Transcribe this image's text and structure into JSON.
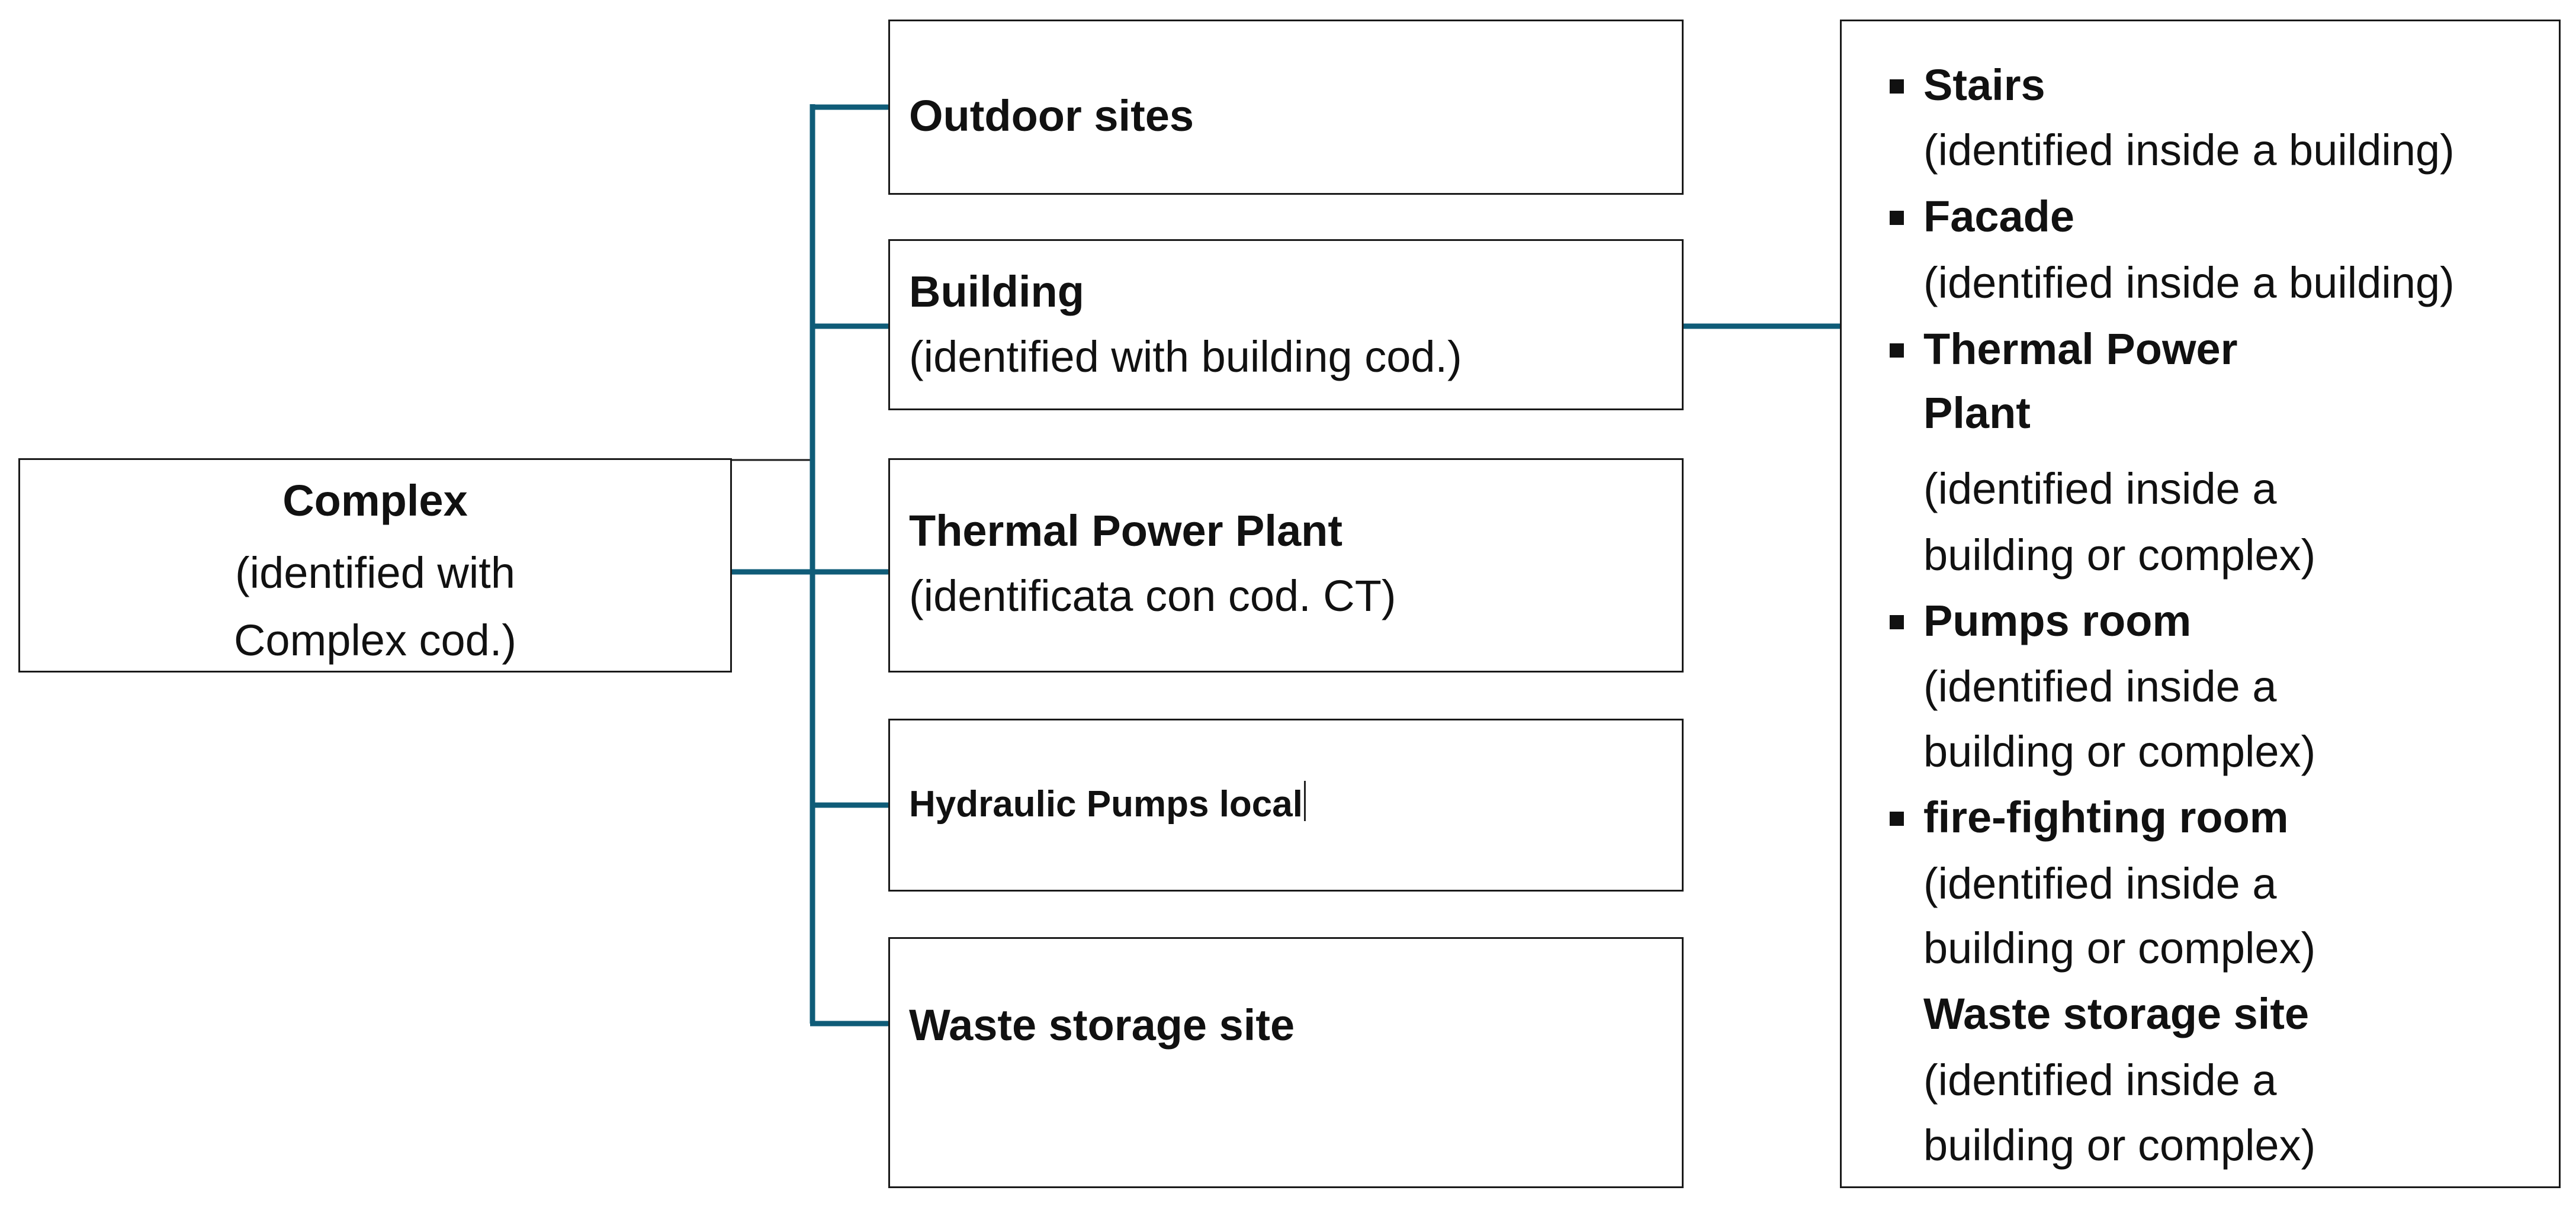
{
  "colors": {
    "connector": "#0f5c78",
    "box_border": "#1a1a1a",
    "text": "#111111",
    "background": "#ffffff"
  },
  "complex": {
    "title": "Complex",
    "line1": "(identified with",
    "line2": "Complex cod.)"
  },
  "branches": {
    "outdoor": {
      "title": "Outdoor sites"
    },
    "building": {
      "title": "Building",
      "subtitle": "(identified with building cod.)"
    },
    "thermal": {
      "title": "Thermal Power Plant",
      "subtitle": "(identificata con cod. CT)"
    },
    "hydraulic": {
      "title": "Hydraulic Pumps local"
    },
    "waste": {
      "title": "Waste storage site"
    }
  },
  "details": {
    "stairs": {
      "title": "Stairs",
      "note": "(identified inside a building)"
    },
    "facade": {
      "title": "Facade",
      "note": "(identified inside a building)"
    },
    "thermal": {
      "title1": "Thermal Power",
      "title2": "Plant",
      "note1": "(identified inside a",
      "note2": "building or complex)"
    },
    "pumps": {
      "title": "Pumps room",
      "note1": "(identified inside a",
      "note2": "building or complex)"
    },
    "firefighting": {
      "title": "fire-fighting room",
      "note1": "(identified inside a",
      "note2": "building or complex)"
    },
    "waste": {
      "title": "Waste storage site",
      "note1": "(identified inside a",
      "note2": "building or complex)"
    }
  }
}
